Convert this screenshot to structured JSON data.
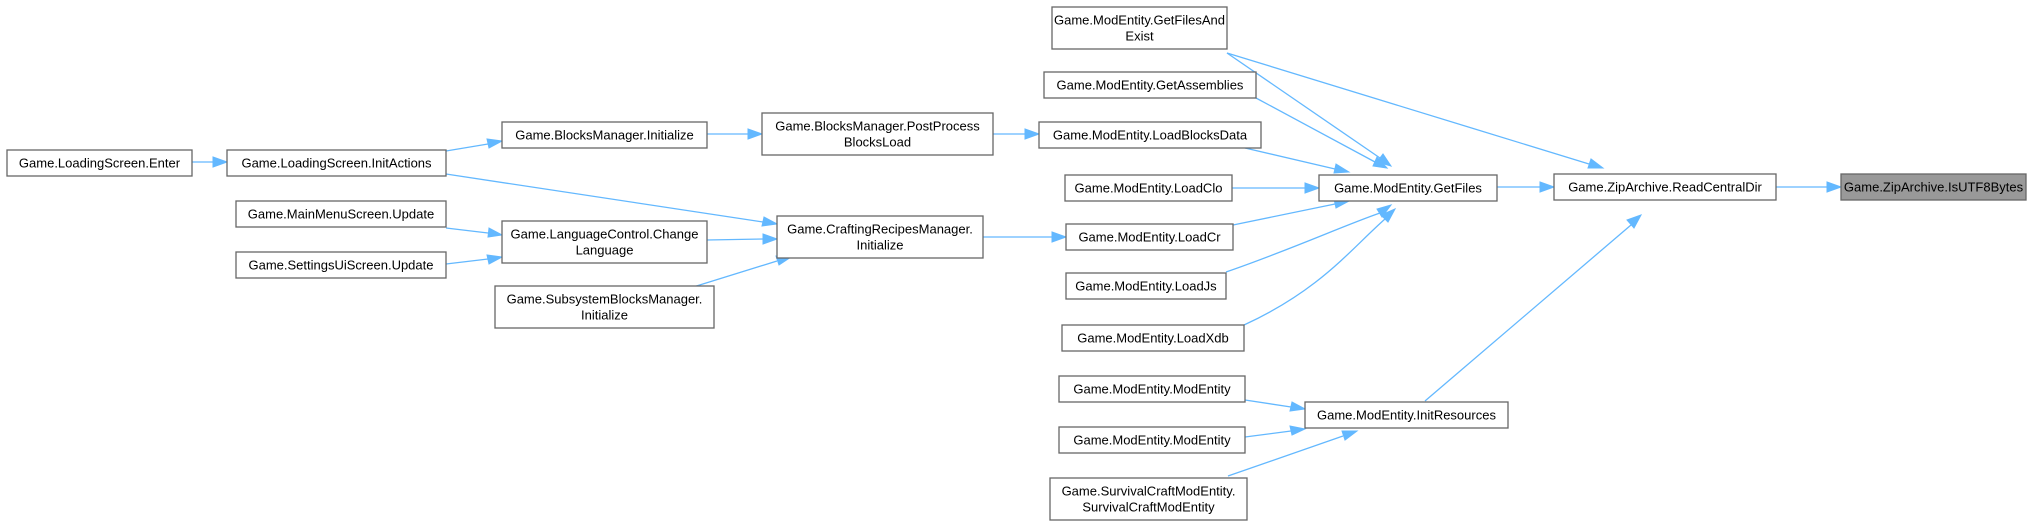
{
  "diagram": {
    "colors": {
      "edge": "#63b8ff",
      "node_border": "#666666",
      "focus_fill": "#999999",
      "node_fill": "#ffffff"
    },
    "nodes": {
      "zip_isutf8": {
        "lines": [
          "Game.ZipArchive.IsUTF8Bytes"
        ]
      },
      "zip_readcentral": {
        "lines": [
          "Game.ZipArchive.ReadCentralDir"
        ]
      },
      "mod_getfilesandexist": {
        "lines": [
          "Game.ModEntity.GetFilesAnd",
          "Exist"
        ]
      },
      "mod_getassemblies": {
        "lines": [
          "Game.ModEntity.GetAssemblies"
        ]
      },
      "mod_loadblocksdata": {
        "lines": [
          "Game.ModEntity.LoadBlocksData"
        ]
      },
      "mod_loadclo": {
        "lines": [
          "Game.ModEntity.LoadClo"
        ]
      },
      "mod_getfiles": {
        "lines": [
          "Game.ModEntity.GetFiles"
        ]
      },
      "mod_loadcr": {
        "lines": [
          "Game.ModEntity.LoadCr"
        ]
      },
      "mod_loadjs": {
        "lines": [
          "Game.ModEntity.LoadJs"
        ]
      },
      "mod_loadxdb": {
        "lines": [
          "Game.ModEntity.LoadXdb"
        ]
      },
      "mod_modentity1": {
        "lines": [
          "Game.ModEntity.ModEntity"
        ]
      },
      "mod_modentity2": {
        "lines": [
          "Game.ModEntity.ModEntity"
        ]
      },
      "mod_initresources": {
        "lines": [
          "Game.ModEntity.InitResources"
        ]
      },
      "survival_modentity": {
        "lines": [
          "Game.SurvivalCraftModEntity.",
          "SurvivalCraftModEntity"
        ]
      },
      "blocks_postprocess": {
        "lines": [
          "Game.BlocksManager.PostProcess",
          "BlocksLoad"
        ]
      },
      "crafting_init": {
        "lines": [
          "Game.CraftingRecipesManager.",
          "Initialize"
        ]
      },
      "blocks_init": {
        "lines": [
          "Game.BlocksManager.Initialize"
        ]
      },
      "language_change": {
        "lines": [
          "Game.LanguageControl.Change",
          "Language"
        ]
      },
      "subsystem_blocks_init": {
        "lines": [
          "Game.SubsystemBlocksManager.",
          "Initialize"
        ]
      },
      "loading_initactions": {
        "lines": [
          "Game.LoadingScreen.InitActions"
        ]
      },
      "mainmenu_update": {
        "lines": [
          "Game.MainMenuScreen.Update"
        ]
      },
      "settings_update": {
        "lines": [
          "Game.SettingsUiScreen.Update"
        ]
      },
      "loading_enter": {
        "lines": [
          "Game.LoadingScreen.Enter"
        ]
      }
    }
  }
}
